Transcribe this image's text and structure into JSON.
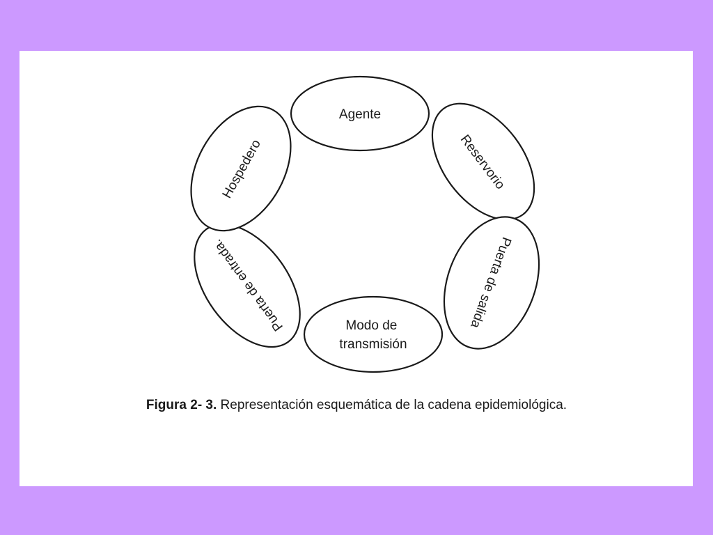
{
  "diagram": {
    "nodes": [
      {
        "id": "agente",
        "lines": [
          "Agente"
        ]
      },
      {
        "id": "reservorio",
        "lines": [
          "Reservorio"
        ]
      },
      {
        "id": "puerta-salida",
        "lines": [
          "Puerta de salida"
        ]
      },
      {
        "id": "modo-transmision",
        "lines": [
          "Modo de",
          "transmisión"
        ]
      },
      {
        "id": "puerta-entrada",
        "lines": [
          "Puerta de entrada."
        ]
      },
      {
        "id": "hospedero",
        "lines": [
          "Hospedero"
        ]
      }
    ]
  },
  "caption": {
    "prefix": "Figura 2- 3.",
    "text": " Representación esquemática de la cadena epidemiológica."
  },
  "colors": {
    "background": "#cc99ff",
    "panel": "#ffffff",
    "stroke": "#1a1a1a"
  }
}
